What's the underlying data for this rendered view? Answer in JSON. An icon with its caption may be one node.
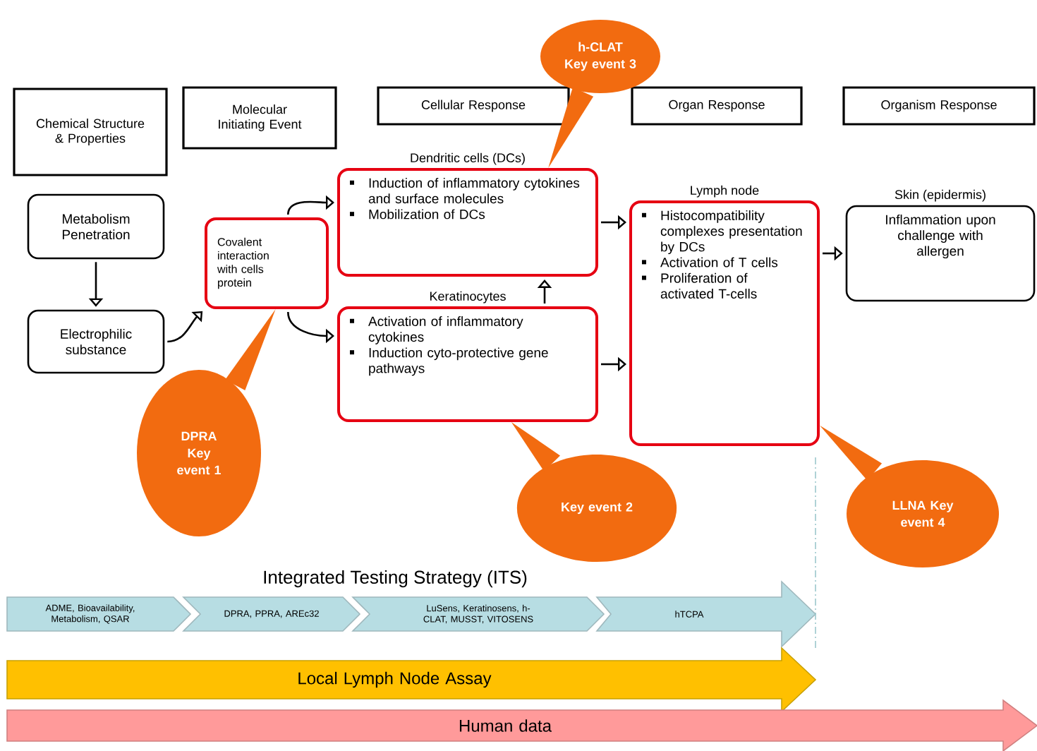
{
  "diagram": {
    "nodes": [
      {
        "text": [
          "Chemical Structure & Properties"
        ]
      },
      {
        "text": [
          "Molecular Initiating Event"
        ]
      },
      {
        "text": [
          "Cellular Response"
        ]
      },
      {
        "text": [
          "Organ Response"
        ]
      },
      {
        "text": [
          "Organism Response"
        ]
      },
      {
        "text": [
          "Metabolism Penetration"
        ]
      },
      {
        "text": [
          "Electrophilic substance"
        ]
      },
      {
        "text": [
          "Covalent interaction with cells protein"
        ]
      },
      {
        "text": [
          "Dendritic cells (DCs)",
          "Induction of inflammatory cytokines and surface molecules",
          "Mobilization of DCs"
        ]
      },
      {
        "text": [
          "Keratinocytes",
          "Activation of inflammatory cytokines",
          "Induction cyto-protective gene pathways"
        ]
      },
      {
        "text": [
          "Lymph node",
          "Histocompatibility complexes presentation by DCs",
          "Activation of T cells",
          "Proliferation of activated T-cells"
        ]
      },
      {
        "text": [
          "Skin (epidermis)",
          "Inflammation upon challenge with allergen"
        ]
      },
      {
        "text": [
          "h-CLAT Key event 3"
        ]
      },
      {
        "text": [
          "DPRA Key event 1"
        ]
      },
      {
        "text": [
          "Key event 2"
        ]
      },
      {
        "text": [
          "LLNA Key event 4"
        ]
      },
      {
        "text": [
          "ADME, Bioavailability, Metabolism, QSAR"
        ]
      },
      {
        "text": [
          "DPRA, PPRA, AREc32"
        ]
      },
      {
        "text": [
          "LuSens, Keratinosens, h-CLAT, MUSST, VITOSENS"
        ]
      },
      {
        "text": [
          "hTCPA"
        ]
      },
      {
        "text": [
          "Local Lymph Node Assay"
        ]
      },
      {
        "text": [
          "Human data"
        ]
      }
    ],
    "edges": [
      {
        "from": 5,
        "to": 6,
        "arrow": "to"
      },
      {
        "from": 6,
        "to": 7,
        "arrow": "to"
      },
      {
        "from": 7,
        "to": 8,
        "arrow": "to"
      },
      {
        "from": 7,
        "to": 9,
        "arrow": "to"
      },
      {
        "from": 9,
        "to": 8,
        "arrow": "to"
      },
      {
        "from": 8,
        "to": 10,
        "arrow": "to"
      },
      {
        "from": 9,
        "to": 10,
        "arrow": "to"
      },
      {
        "from": 10,
        "to": 11,
        "arrow": "to"
      },
      {
        "from": 12,
        "to": 8,
        "arrow": "none",
        "color": "#f26b10"
      },
      {
        "from": 13,
        "to": 7,
        "arrow": "none",
        "color": "#f26b10"
      },
      {
        "from": 14,
        "to": 9,
        "arrow": "none",
        "color": "#f26b10"
      },
      {
        "from": 15,
        "to": 10,
        "arrow": "none",
        "color": "#f26b10"
      }
    ],
    "labels": [
      "Integrated Testing Strategy (ITS)"
    ]
  }
}
